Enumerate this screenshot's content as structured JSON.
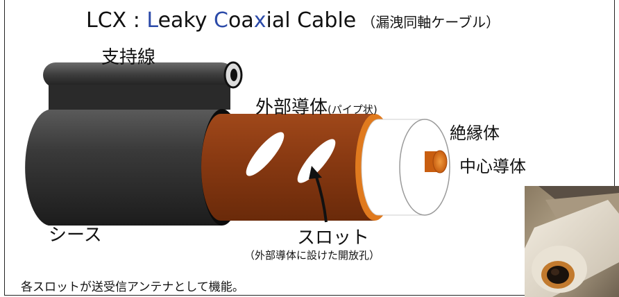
{
  "title": {
    "prefix": "LCX : ",
    "l": "L",
    "eaky": "eaky ",
    "c": "C",
    "oa": "oa",
    "x": "x",
    "ial": "ial Cable",
    "sub": "（漏洩同軸ケーブル）"
  },
  "labels": {
    "support_wire": "支持線",
    "outer_conductor": "外部導体",
    "outer_conductor_note": "(パイプ状)",
    "insulator": "絶縁体",
    "center_conductor": "中心導体",
    "sheath": "シース",
    "slot": "スロット",
    "slot_note": "（外部導体に設けた開放孔）"
  },
  "note": "各スロットが送受信アンテナとして機能。",
  "colors": {
    "sheath": "#2e2e2e",
    "outer_conductor": "#8a3a12",
    "outer_conductor_edge": "#e07a1e",
    "insulator": "#ffffff",
    "center_conductor": "#e07a1e",
    "accent_text": "#2b4aa8"
  }
}
